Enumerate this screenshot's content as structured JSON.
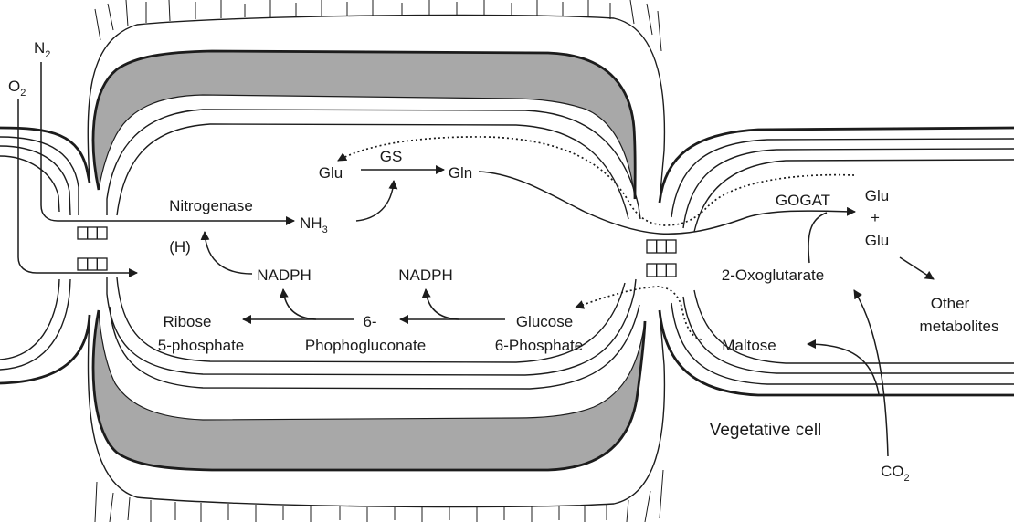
{
  "diagram": {
    "inputs": {
      "n2": {
        "base": "N",
        "sub": "2"
      },
      "o2": {
        "base": "O",
        "sub": "2"
      },
      "co2": {
        "base": "CO",
        "sub": "2"
      }
    },
    "heterocyst": {
      "glu": "Glu",
      "gs": "GS",
      "gln": "Gln",
      "nitrogenase": "Nitrogenase",
      "nh3": {
        "base": "NH",
        "sub": "3"
      },
      "h": "(H)",
      "nadph_left": "NADPH",
      "nadph_right": "NADPH",
      "ribose_5_phosphate": [
        "Ribose",
        "5-phosphate"
      ],
      "phosphogluconate": [
        "6-",
        "Phophogluconate"
      ],
      "glucose_6_phosphate": [
        "Glucose",
        "6-Phosphate"
      ]
    },
    "vegetative_cell": {
      "label": "Vegetative cell",
      "gogat": "GOGAT",
      "glu_plus_glu": [
        "Glu",
        "+",
        "Glu"
      ],
      "oxoglutarate": "2-Oxoglutarate",
      "other_metabolites": [
        "Other",
        "metabolites"
      ],
      "maltose": "Maltose"
    }
  },
  "colors": {
    "line": "#1c1c1c",
    "gray_layer": "#a8a8a8",
    "background": "#ffffff",
    "text": "#1a1a1a"
  }
}
